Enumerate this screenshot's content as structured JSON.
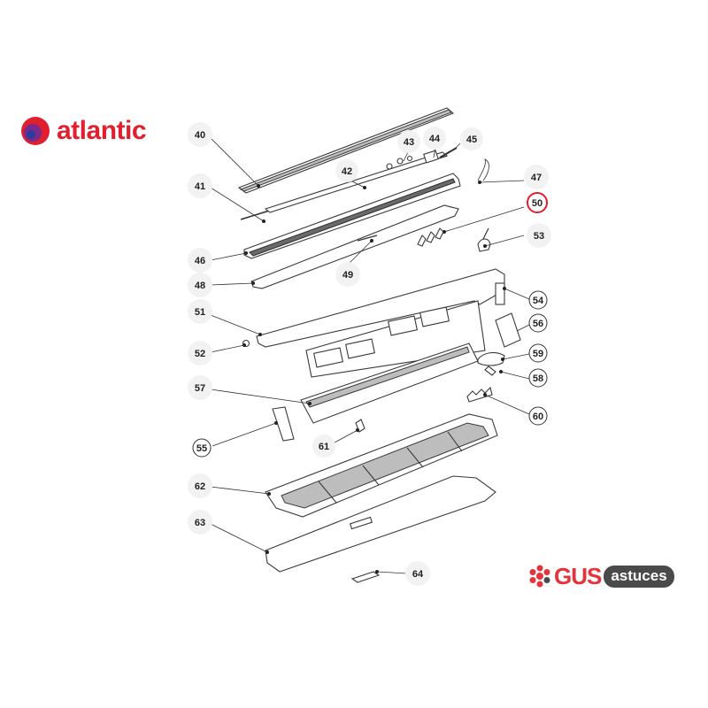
{
  "brand_left": {
    "name": "atlantic",
    "accent": "#e0202e"
  },
  "brand_right": {
    "word": "GUS",
    "badge": "astuces",
    "accent": "#e8323b",
    "badge_color": "#4a4a4a"
  },
  "highlight_color": "#e0202e",
  "callouts": [
    {
      "id": "40",
      "label": "40"
    },
    {
      "id": "41",
      "label": "41"
    },
    {
      "id": "42",
      "label": "42"
    },
    {
      "id": "43",
      "label": "43"
    },
    {
      "id": "44",
      "label": "44"
    },
    {
      "id": "45",
      "label": "45"
    },
    {
      "id": "46",
      "label": "46"
    },
    {
      "id": "47",
      "label": "47"
    },
    {
      "id": "48",
      "label": "48"
    },
    {
      "id": "49",
      "label": "49"
    },
    {
      "id": "50",
      "label": "50",
      "highlighted": true
    },
    {
      "id": "51",
      "label": "51"
    },
    {
      "id": "52",
      "label": "52"
    },
    {
      "id": "53",
      "label": "53"
    },
    {
      "id": "54",
      "label": "54",
      "circled": true
    },
    {
      "id": "55",
      "label": "55",
      "circled": true
    },
    {
      "id": "56",
      "label": "56",
      "circled": true
    },
    {
      "id": "57",
      "label": "57"
    },
    {
      "id": "58",
      "label": "58",
      "circled": true
    },
    {
      "id": "59",
      "label": "59",
      "circled": true
    },
    {
      "id": "60",
      "label": "60",
      "circled": true
    },
    {
      "id": "61",
      "label": "61"
    },
    {
      "id": "62",
      "label": "62"
    },
    {
      "id": "63",
      "label": "63"
    },
    {
      "id": "64",
      "label": "64"
    }
  ]
}
